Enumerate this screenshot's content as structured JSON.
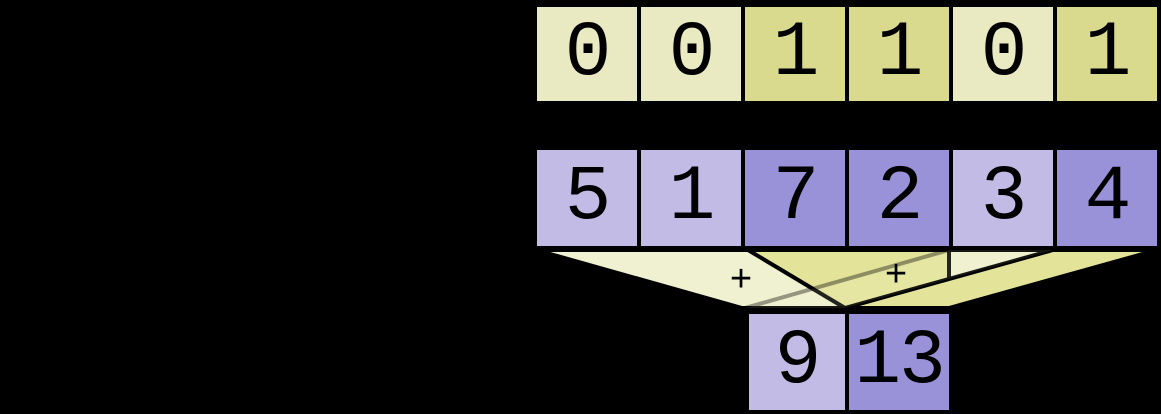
{
  "mask_row": {
    "cells": [
      {
        "value": "0",
        "tone": "light"
      },
      {
        "value": "0",
        "tone": "light"
      },
      {
        "value": "1",
        "tone": "dark"
      },
      {
        "value": "1",
        "tone": "dark"
      },
      {
        "value": "0",
        "tone": "light"
      },
      {
        "value": "1",
        "tone": "dark"
      }
    ]
  },
  "value_row": {
    "cells": [
      {
        "value": "5",
        "tone": "light"
      },
      {
        "value": "1",
        "tone": "light"
      },
      {
        "value": "7",
        "tone": "dark"
      },
      {
        "value": "2",
        "tone": "dark"
      },
      {
        "value": "3",
        "tone": "light"
      },
      {
        "value": "4",
        "tone": "dark"
      }
    ]
  },
  "result_row": {
    "cells": [
      {
        "value": "9",
        "tone": "light"
      },
      {
        "value": "13",
        "tone": "dark"
      }
    ]
  },
  "funnels": {
    "left_operator": "+",
    "right_operator": "+"
  },
  "colors": {
    "background": "#000000",
    "mask_cell_light": "#e9eac2",
    "mask_cell_dark": "#d9da8e",
    "value_cell_light": "#c2bbe5",
    "value_cell_dark": "#9a92d8",
    "funnel_light": "#f0f1d0",
    "funnel_dark": "#e3e49a",
    "band_fill": "rgba(240,241,208,0.15)",
    "band_stroke": "rgba(0,0,0,0.38)",
    "outline": "#000000"
  }
}
